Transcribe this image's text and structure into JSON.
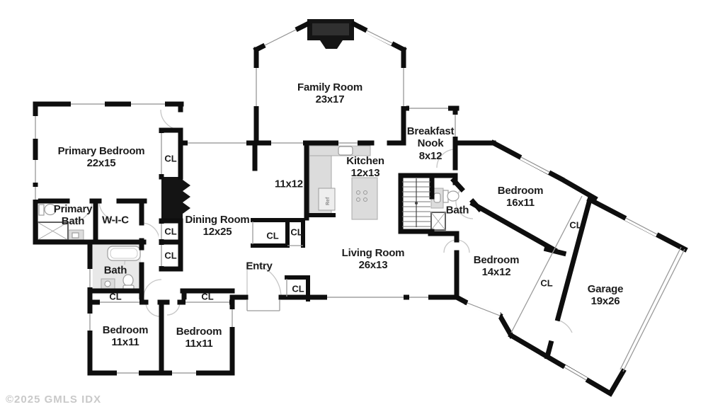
{
  "watermark": "©2025 GMLS IDX",
  "labels": {
    "closet": "CL",
    "refrigerator": "Ref"
  },
  "rooms": {
    "family_room": {
      "name": "Family Room",
      "dims": "23x17"
    },
    "breakfast_nook": {
      "name_line1": "Breakfast",
      "name_line2": "Nook",
      "dims": "8x12"
    },
    "kitchen": {
      "name": "Kitchen",
      "dims": "12x13"
    },
    "primary_bedroom": {
      "name": "Primary Bedroom",
      "dims": "22x15"
    },
    "primary_bath": {
      "name_line1": "Primary",
      "name_line2": "Bath"
    },
    "walk_in_closet": {
      "name": "W-I-C"
    },
    "dining_room": {
      "name": "Dining Room",
      "dims": "12x25"
    },
    "den": {
      "dims": "11x12"
    },
    "living_room": {
      "name": "Living Room",
      "dims": "26x13"
    },
    "entry": {
      "name": "Entry"
    },
    "hall_bath": {
      "name": "Bath"
    },
    "wing_bath": {
      "name": "Bath"
    },
    "bedroom_16x11": {
      "name": "Bedroom",
      "dims": "16x11"
    },
    "bedroom_14x12": {
      "name": "Bedroom",
      "dims": "14x12"
    },
    "garage": {
      "name": "Garage",
      "dims": "19x26"
    },
    "bedroom_11x11_left": {
      "name": "Bedroom",
      "dims": "11x11"
    },
    "bedroom_11x11_right": {
      "name": "Bedroom",
      "dims": "11x11"
    }
  },
  "colors": {
    "wall": "#0e0e0e",
    "window_line": "#8f8f8f",
    "door_arc": "#c6c6c6",
    "fixture_fill": "#dcdcdc",
    "watermark_text": "#c9c9c9"
  }
}
